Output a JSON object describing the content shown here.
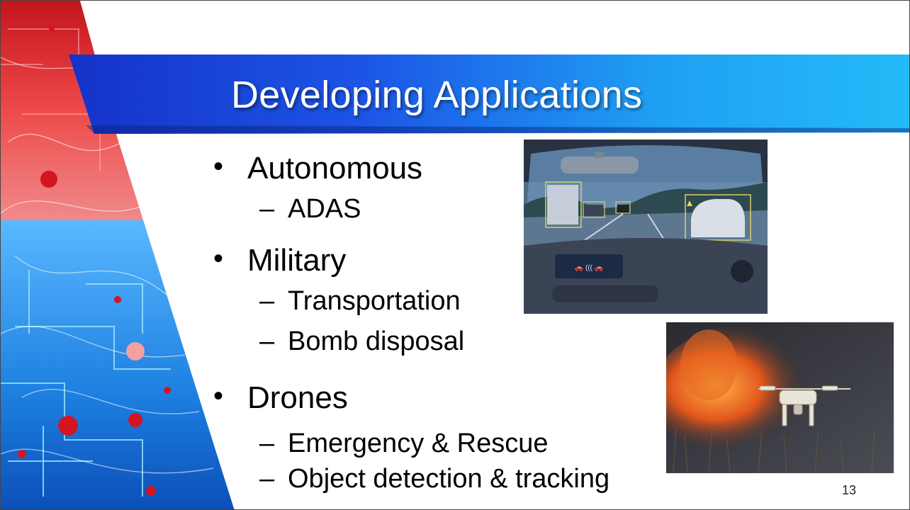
{
  "slide": {
    "title": "Developing Applications",
    "page_number": "13"
  },
  "bullets": [
    {
      "label": "Autonomous",
      "subs": [
        "ADAS"
      ]
    },
    {
      "label": "Military",
      "subs": [
        "Transportation",
        "Bomb disposal"
      ]
    },
    {
      "label": "Drones",
      "subs": [
        "Emergency & Rescue",
        "Object detection & tracking"
      ]
    }
  ],
  "symbols": {
    "bullet": "•",
    "dash": "–"
  },
  "colors": {
    "banner_dark": "#1a3fd6",
    "banner_light": "#22b6f7",
    "art_red": "#e8323a",
    "art_blue": "#1e8fd8"
  },
  "images": {
    "car_dashboard": {
      "icon": "adas-dashboard-image"
    },
    "drone_fire": {
      "icon": "drone-over-fire-image"
    }
  }
}
